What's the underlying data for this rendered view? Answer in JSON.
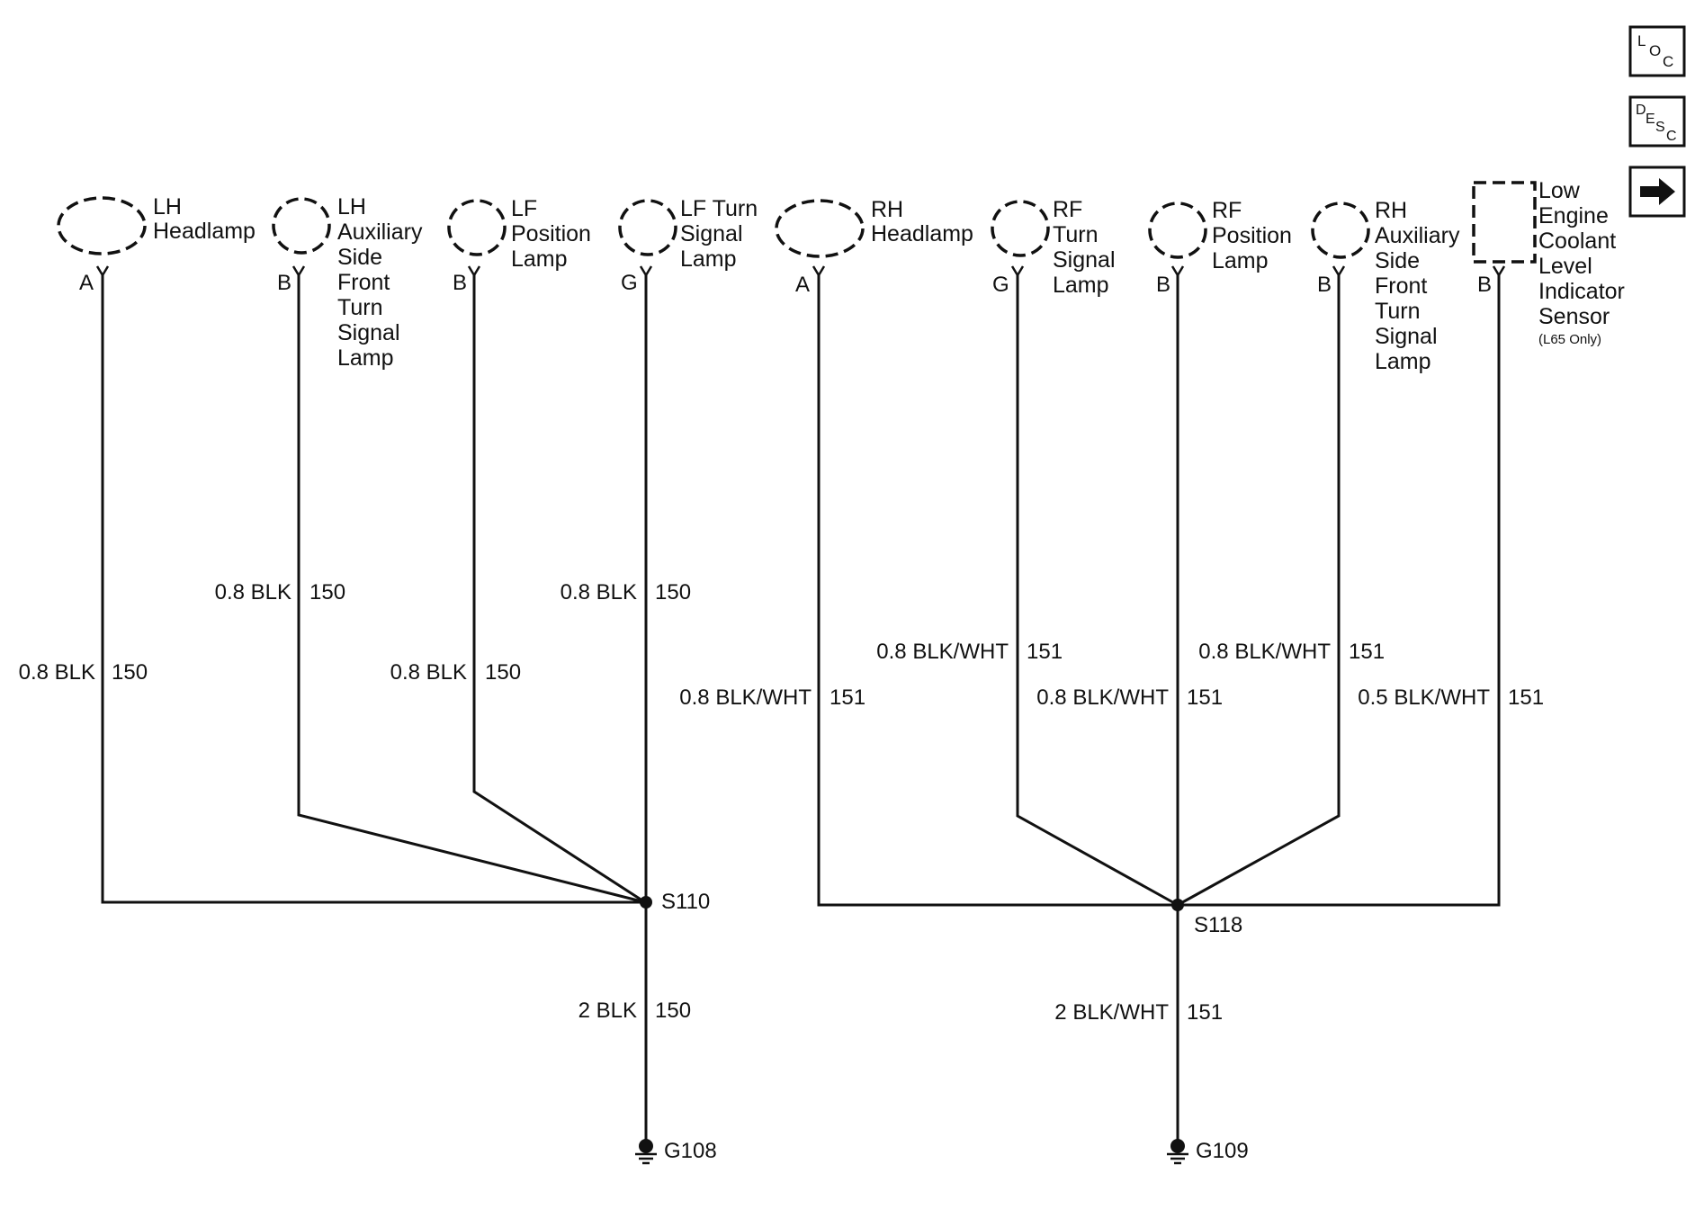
{
  "nav": {
    "loc_button": {
      "main": "L",
      "sub": "O",
      "sub2": "C"
    },
    "desc_button": {
      "main": "D",
      "sub": "E",
      "sub2": "S",
      "sub3": "C"
    },
    "next_button": {
      "icon": "arrow-right-icon"
    }
  },
  "components": {
    "lh_headlamp": {
      "lines": [
        "LH",
        "Headlamp"
      ],
      "pin": "A"
    },
    "lh_aux_side": {
      "lines": [
        "LH",
        "Auxiliary",
        "Side",
        "Front",
        "Turn",
        "Signal",
        "Lamp"
      ],
      "pin": "B"
    },
    "lf_position": {
      "lines": [
        "LF",
        "Position",
        "Lamp"
      ],
      "pin": "B"
    },
    "lf_turn": {
      "lines": [
        "LF Turn",
        "Signal",
        "Lamp"
      ],
      "pin": "G"
    },
    "rh_headlamp": {
      "lines": [
        "RH",
        "Headlamp"
      ],
      "pin": "A"
    },
    "rf_turn": {
      "lines": [
        "RF",
        "Turn",
        "Signal",
        "Lamp"
      ],
      "pin": "G"
    },
    "rf_position": {
      "lines": [
        "RF",
        "Position",
        "Lamp"
      ],
      "pin": "B"
    },
    "rh_aux_side": {
      "lines": [
        "RH",
        "Auxiliary",
        "Side",
        "Front",
        "Turn",
        "Signal",
        "Lamp"
      ],
      "pin": "B"
    },
    "low_coolant": {
      "lines": [
        "Low",
        "Engine",
        "Coolant",
        "Level",
        "Indicator",
        "Sensor"
      ],
      "note": "(L65 Only)",
      "pin": "B"
    }
  },
  "wires": {
    "lh_headlamp": {
      "spec": "0.8 BLK",
      "circuit": "150"
    },
    "lh_aux_side": {
      "spec": "0.8 BLK",
      "circuit": "150"
    },
    "lf_position": {
      "spec": "0.8 BLK",
      "circuit": "150"
    },
    "lf_turn": {
      "spec": "0.8 BLK",
      "circuit": "150"
    },
    "rh_headlamp": {
      "spec": "0.8 BLK/WHT",
      "circuit": "151"
    },
    "rf_turn_upper": {
      "spec": "0.8 BLK/WHT",
      "circuit": "151"
    },
    "rf_turn_lower": {
      "spec": "0.8 BLK/WHT",
      "circuit": "151"
    },
    "rf_position": {
      "spec": "0.8 BLK/WHT",
      "circuit": "151"
    },
    "low_coolant": {
      "spec": "0.5 BLK/WHT",
      "circuit": "151"
    },
    "ground_left": {
      "spec": "2 BLK",
      "circuit": "150"
    },
    "ground_right": {
      "spec": "2 BLK/WHT",
      "circuit": "151"
    }
  },
  "splices": {
    "left": "S110",
    "right": "S118"
  },
  "grounds": {
    "left": "G108",
    "right": "G109"
  }
}
